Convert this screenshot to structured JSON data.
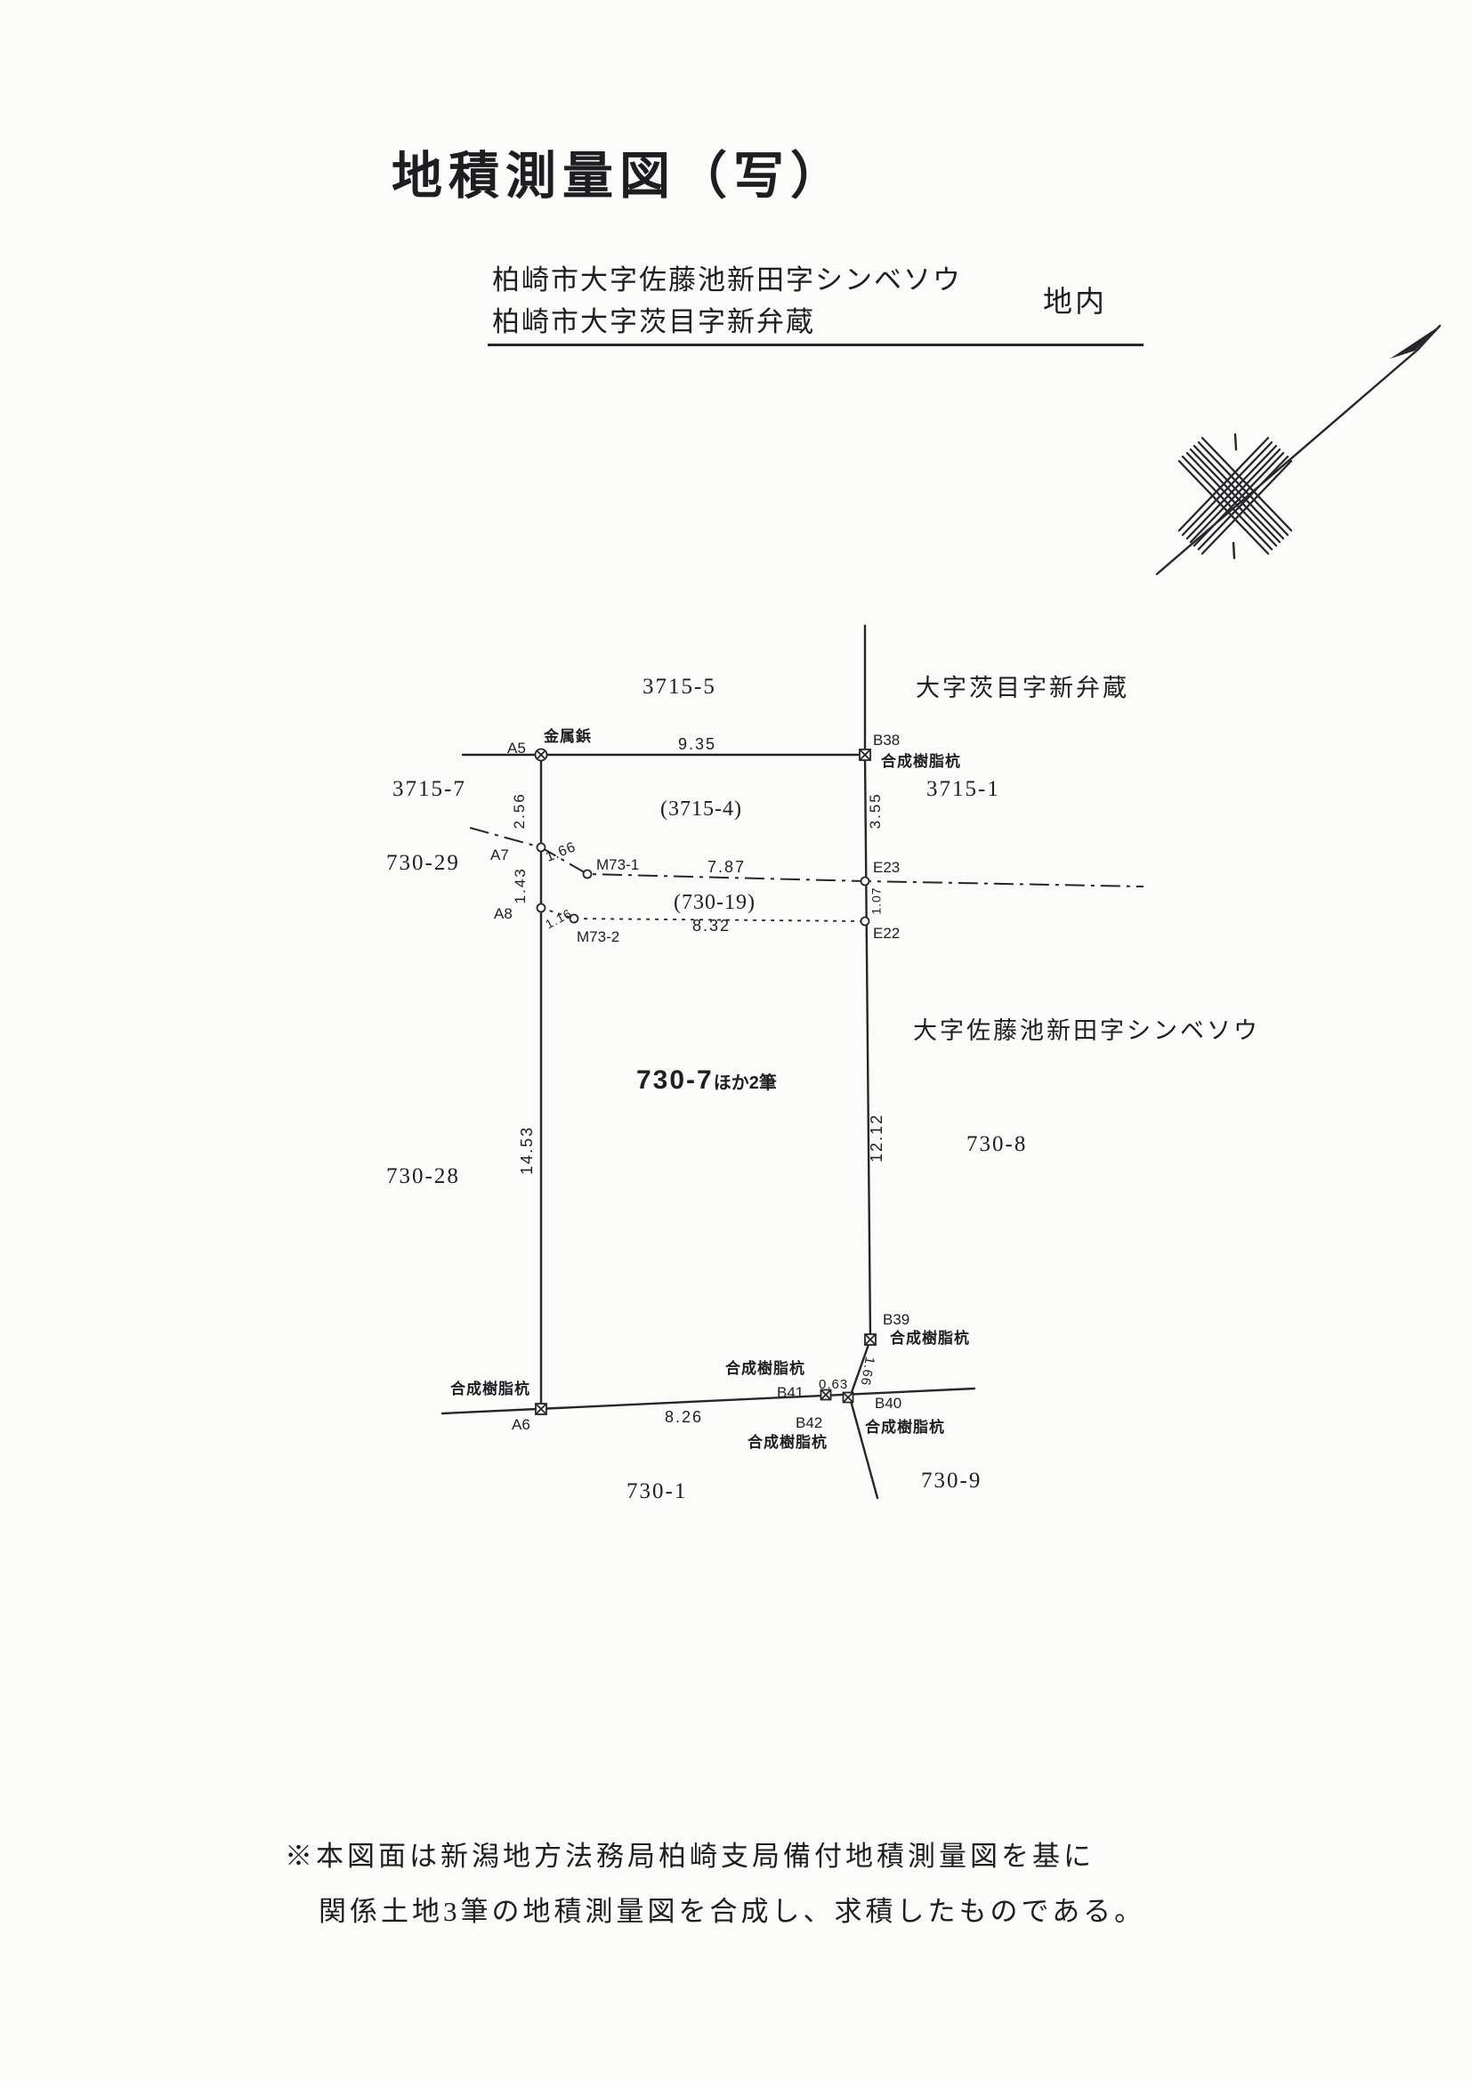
{
  "doc": {
    "title": "地積測量図（写）",
    "address": {
      "line1": "柏崎市大字佐藤池新田字シンベソウ",
      "line2": "柏崎市大字茨目字新弁蔵",
      "suffix": "地内"
    },
    "notes": {
      "line1": "※本図面は新潟地方法務局柏崎支局備付地積測量図を基に",
      "line2": "関係土地3筆の地積測量図を合成し、求積したものである。"
    }
  },
  "regions": {
    "ibarame": "大字茨目字新弁蔵",
    "satoike": "大字佐藤池新田字シンベソウ"
  },
  "parcels": {
    "p3715_5": "3715-5",
    "p3715_7": "3715-7",
    "p3715_4": "(3715-4)",
    "p3715_1": "3715-1",
    "p730_29": "730-29",
    "p730_19": "(730-19)",
    "p730_7": "730-7",
    "p730_7_suffix": "ほか2筆",
    "p730_28": "730-28",
    "p730_8": "730-8",
    "p730_1": "730-1",
    "p730_9": "730-9"
  },
  "points": {
    "a5": "A5",
    "a5_type": "金属鋲",
    "b38": "B38",
    "b38_type": "合成樹脂杭",
    "a7": "A7",
    "m73_1": "M73-1",
    "e23": "E23",
    "a8": "A8",
    "m73_2": "M73-2",
    "e22": "E22",
    "a6": "A6",
    "a6_type": "合成樹脂杭",
    "b39": "B39",
    "b39_type": "合成樹脂杭",
    "b40": "B40",
    "b40_type": "合成樹脂杭",
    "b41": "B41",
    "b41_type": "合成樹脂杭",
    "b42": "B42",
    "b42_type": "合成樹脂杭"
  },
  "measurements": {
    "a5_b38": "9.35",
    "a5_a7": "2.56",
    "b38_e23": "3.55",
    "a7_m73_1": "1.66",
    "m73_1_e23": "7.87",
    "a7_a8": "1.43",
    "a8_m73_2": "1.16",
    "m73_2_e22": "8.32",
    "e23_e22": "1.07",
    "a8_a6": "14.53",
    "e22_b39": "12.12",
    "a6_b41": "8.26",
    "b41_b40": "0.63",
    "b39_b40": "1.66"
  }
}
